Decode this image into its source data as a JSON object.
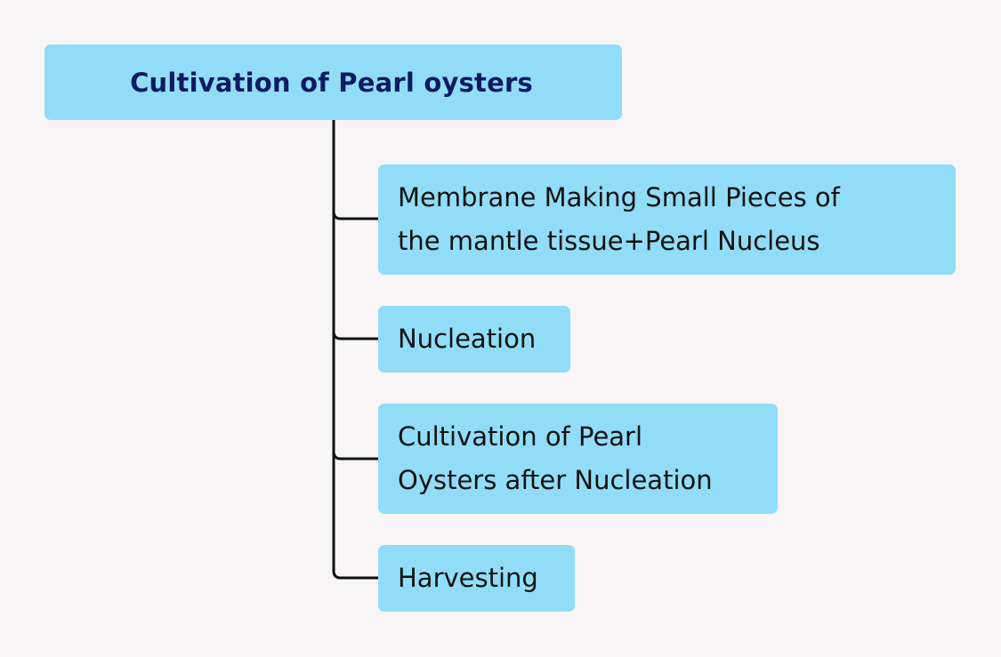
{
  "diagram": {
    "root": {
      "label": "Cultivation of Pearl oysters"
    },
    "children": [
      {
        "label": "Membrane Making Small Pieces of\nthe mantle tissue+Pearl Nucleus"
      },
      {
        "label": "Nucleation"
      },
      {
        "label": "Cultivation of Pearl\nOysters after Nucleation"
      },
      {
        "label": "Harvesting"
      }
    ],
    "colors": {
      "background": "#f7f5f6",
      "node_fill": "#91ddf7",
      "root_text": "#0f1a63",
      "child_text": "#111111",
      "connector": "#111111"
    }
  }
}
